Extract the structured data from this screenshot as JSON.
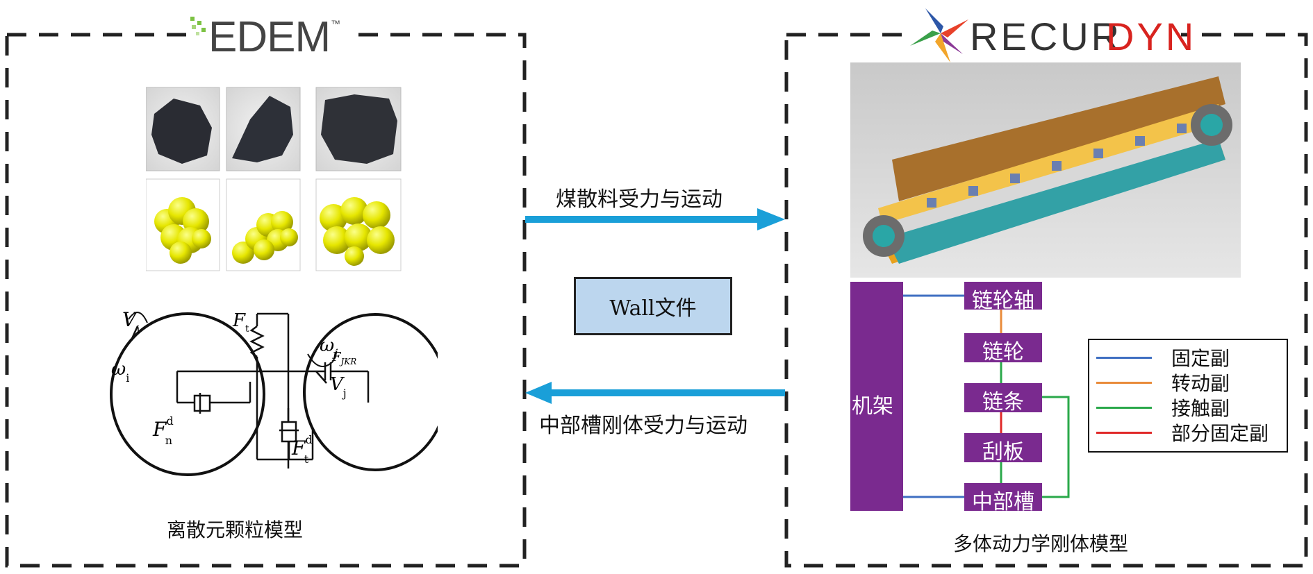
{
  "left_panel": {
    "logo_text": "EDEM",
    "logo_tm": "™",
    "caption": "离散元颗粒模型",
    "force_labels": {
      "V": "V",
      "vi_sub": "i",
      "omega": "ω",
      "omega_i_sub": "i",
      "F": "F",
      "ft_sub": "t",
      "fjkr_sub": "JKR",
      "omega_j_sub": "j",
      "vj_sub": "j",
      "fn_sub": "n",
      "d_sup": "d",
      "ftd_sub": "t"
    }
  },
  "middle": {
    "top_arrow_label": "煤散料受力与运动",
    "wall_file_label": "Wall文件",
    "bottom_arrow_label": "中部槽刚体受力与运动",
    "arrow_color": "#1a9fd8",
    "wall_box_fill": "#bcd6ee"
  },
  "right_panel": {
    "logo_text_a": "RECUR",
    "logo_text_b": "DYN",
    "caption": "多体动力学刚体模型",
    "frame_label": "机架",
    "nodes": [
      "链轮轴",
      "链轮",
      "链条",
      "刮板",
      "中部槽"
    ],
    "node_color": "#7a2a8f",
    "legend": [
      {
        "label": "固定副",
        "color": "#3f6fc2"
      },
      {
        "label": "转动副",
        "color": "#e98b3a"
      },
      {
        "label": "接触副",
        "color": "#2aa84a"
      },
      {
        "label": "部分固定副",
        "color": "#e02828"
      }
    ]
  }
}
